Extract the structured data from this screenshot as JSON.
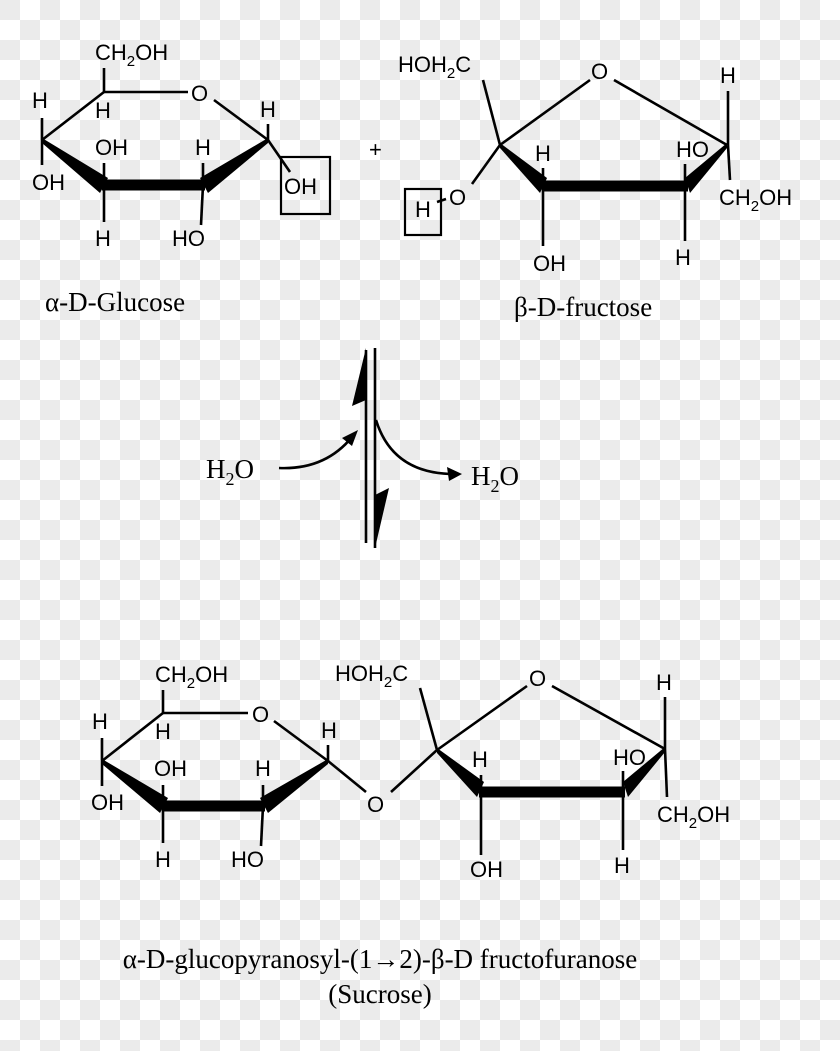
{
  "reactants": {
    "glucose": {
      "name": "α-D-Glucose",
      "labels": {
        "c6_group": "CH",
        "c6_sub": "2",
        "c6_tail": "OH",
        "ring_oxygen": "O",
        "c5_h": "H",
        "c4_h": "H",
        "c4_oh": "OH",
        "c3_oh": "OH",
        "c3_h": "H",
        "c2_h": "H",
        "c2_oh": "HO",
        "c1_h": "H",
        "c1_oh_boxed": "OH"
      }
    },
    "plus_sign": "+",
    "fructose": {
      "name": "β-D-fructose",
      "labels": {
        "c1_group_head": "HOH",
        "c1_sub": "2",
        "c1_group_tail": "C",
        "ring_oxygen": "O",
        "c2_o": "O",
        "c2_h_boxed": "H",
        "c3_h": "H",
        "c3_oh": "OH",
        "c4_ho": "HO",
        "c4_h": "H",
        "c5_h": "H",
        "c6_group": "CH",
        "c6_sub": "2",
        "c6_tail": "OH"
      }
    }
  },
  "equilibrium": {
    "arrow": "equilibrium-arrows",
    "water_in": {
      "head": "H",
      "sub": "2",
      "tail": "O"
    },
    "water_out": {
      "head": "H",
      "sub": "2",
      "tail": "O"
    }
  },
  "product": {
    "glucose_ring": {
      "c6_group": "CH",
      "c6_sub": "2",
      "c6_tail": "OH",
      "ring_oxygen": "O",
      "c5_h": "H",
      "c4_h": "H",
      "c4_oh": "OH",
      "c3_oh": "OH",
      "c3_h": "H",
      "c2_h": "H",
      "c2_oh": "HO",
      "c1_h": "H"
    },
    "glycosidic_oxygen": "O",
    "fructose_ring": {
      "c1_group_head": "HOH",
      "c1_sub": "2",
      "c1_group_tail": "C",
      "ring_oxygen": "O",
      "c3_h": "H",
      "c3_oh": "OH",
      "c4_ho": "HO",
      "c4_h": "H",
      "c5_h": "H",
      "c6_group": "CH",
      "c6_sub": "2",
      "c6_tail": "OH"
    },
    "name_line1": "α-D-glucopyranosyl-(1→2)-β-D fructofuranose",
    "name_line2": "(Sucrose)"
  }
}
